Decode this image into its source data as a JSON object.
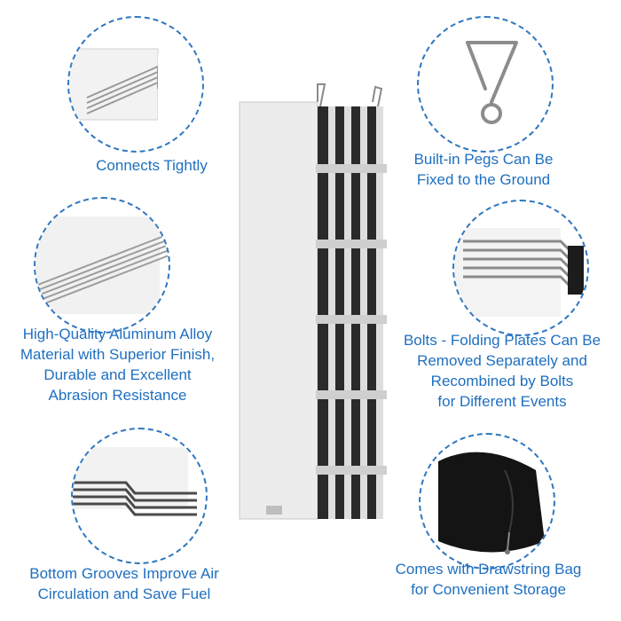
{
  "features": [
    {
      "id": "connects",
      "lines": [
        "Connects Tightly"
      ],
      "icon": "panel-edges-icon"
    },
    {
      "id": "pegs",
      "lines": [
        "Built-in Pegs Can Be",
        "Fixed to the Ground"
      ],
      "icon": "ground-peg-icon"
    },
    {
      "id": "material",
      "lines": [
        "High-Quality Aluminum Alloy",
        "Material with Superior Finish,",
        "Durable and Excellent",
        "Abrasion Resistance"
      ],
      "icon": "stacked-plates-icon"
    },
    {
      "id": "bolts",
      "lines": [
        "Bolts - Folding Plates Can Be",
        "Removed Separately and",
        "Recombined by Bolts",
        "for Different Events"
      ],
      "icon": "plate-hinges-icon"
    },
    {
      "id": "grooves",
      "lines": [
        "Bottom Grooves Improve Air",
        "Circulation and Save Fuel"
      ],
      "icon": "bottom-groove-icon"
    },
    {
      "id": "bag",
      "lines": [
        "Comes with Drawstring Bag",
        "for Convenient Storage"
      ],
      "icon": "drawstring-bag-icon"
    }
  ],
  "colors": {
    "accent": "#1f6fc0",
    "border": "#2f77c0",
    "metal_light": "#e8e8e8",
    "metal_dark": "#2a2a2a",
    "bag": "#141414"
  },
  "product": {
    "icon": "windscreen-icon"
  }
}
